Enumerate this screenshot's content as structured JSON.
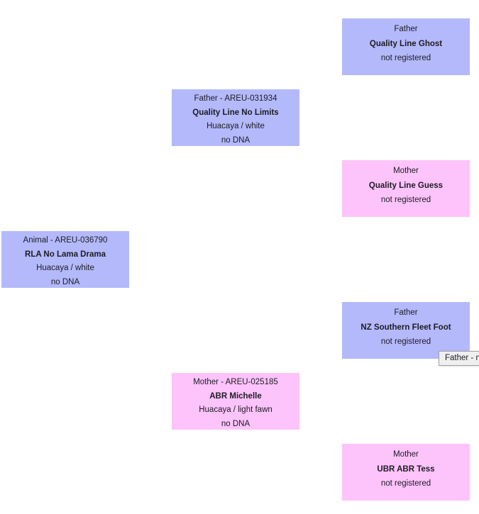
{
  "pedigree": {
    "subject": {
      "role_label": "Animal - AREU-036790",
      "name": "RLA No Lama Drama",
      "breed_colour": "Huacaya / white",
      "dna": "no DNA",
      "sex": "male",
      "colour_hex": "#b4b9fb"
    },
    "father": {
      "role_label": "Father - AREU-031934",
      "name": "Quality Line No Limits",
      "breed_colour": "Huacaya / white",
      "dna": "no DNA",
      "sex": "male",
      "colour_hex": "#b4b9fb"
    },
    "mother": {
      "role_label": "Mother - AREU-025185",
      "name": "ABR Michelle",
      "breed_colour": "Huacaya / light fawn",
      "dna": "no DNA",
      "sex": "female",
      "colour_hex": "#fdc3fb"
    },
    "fathers_father": {
      "role_label": "Father",
      "name": "Quality Line Ghost",
      "status": "not registered",
      "sex": "male",
      "colour_hex": "#b4b9fb"
    },
    "fathers_mother": {
      "role_label": "Mother",
      "name": "Quality Line Guess",
      "status": "not registered",
      "sex": "female",
      "colour_hex": "#fdc3fb"
    },
    "mothers_father": {
      "role_label": "Father",
      "name": "NZ Southern Fleet Foot",
      "status": "not registered",
      "sex": "male",
      "colour_hex": "#b4b9fb"
    },
    "mothers_mother": {
      "role_label": "Mother",
      "name": "UBR ABR Tess",
      "status": "not registered",
      "sex": "female",
      "colour_hex": "#fdc3fb"
    }
  },
  "tooltip": {
    "text": "Father - n"
  }
}
